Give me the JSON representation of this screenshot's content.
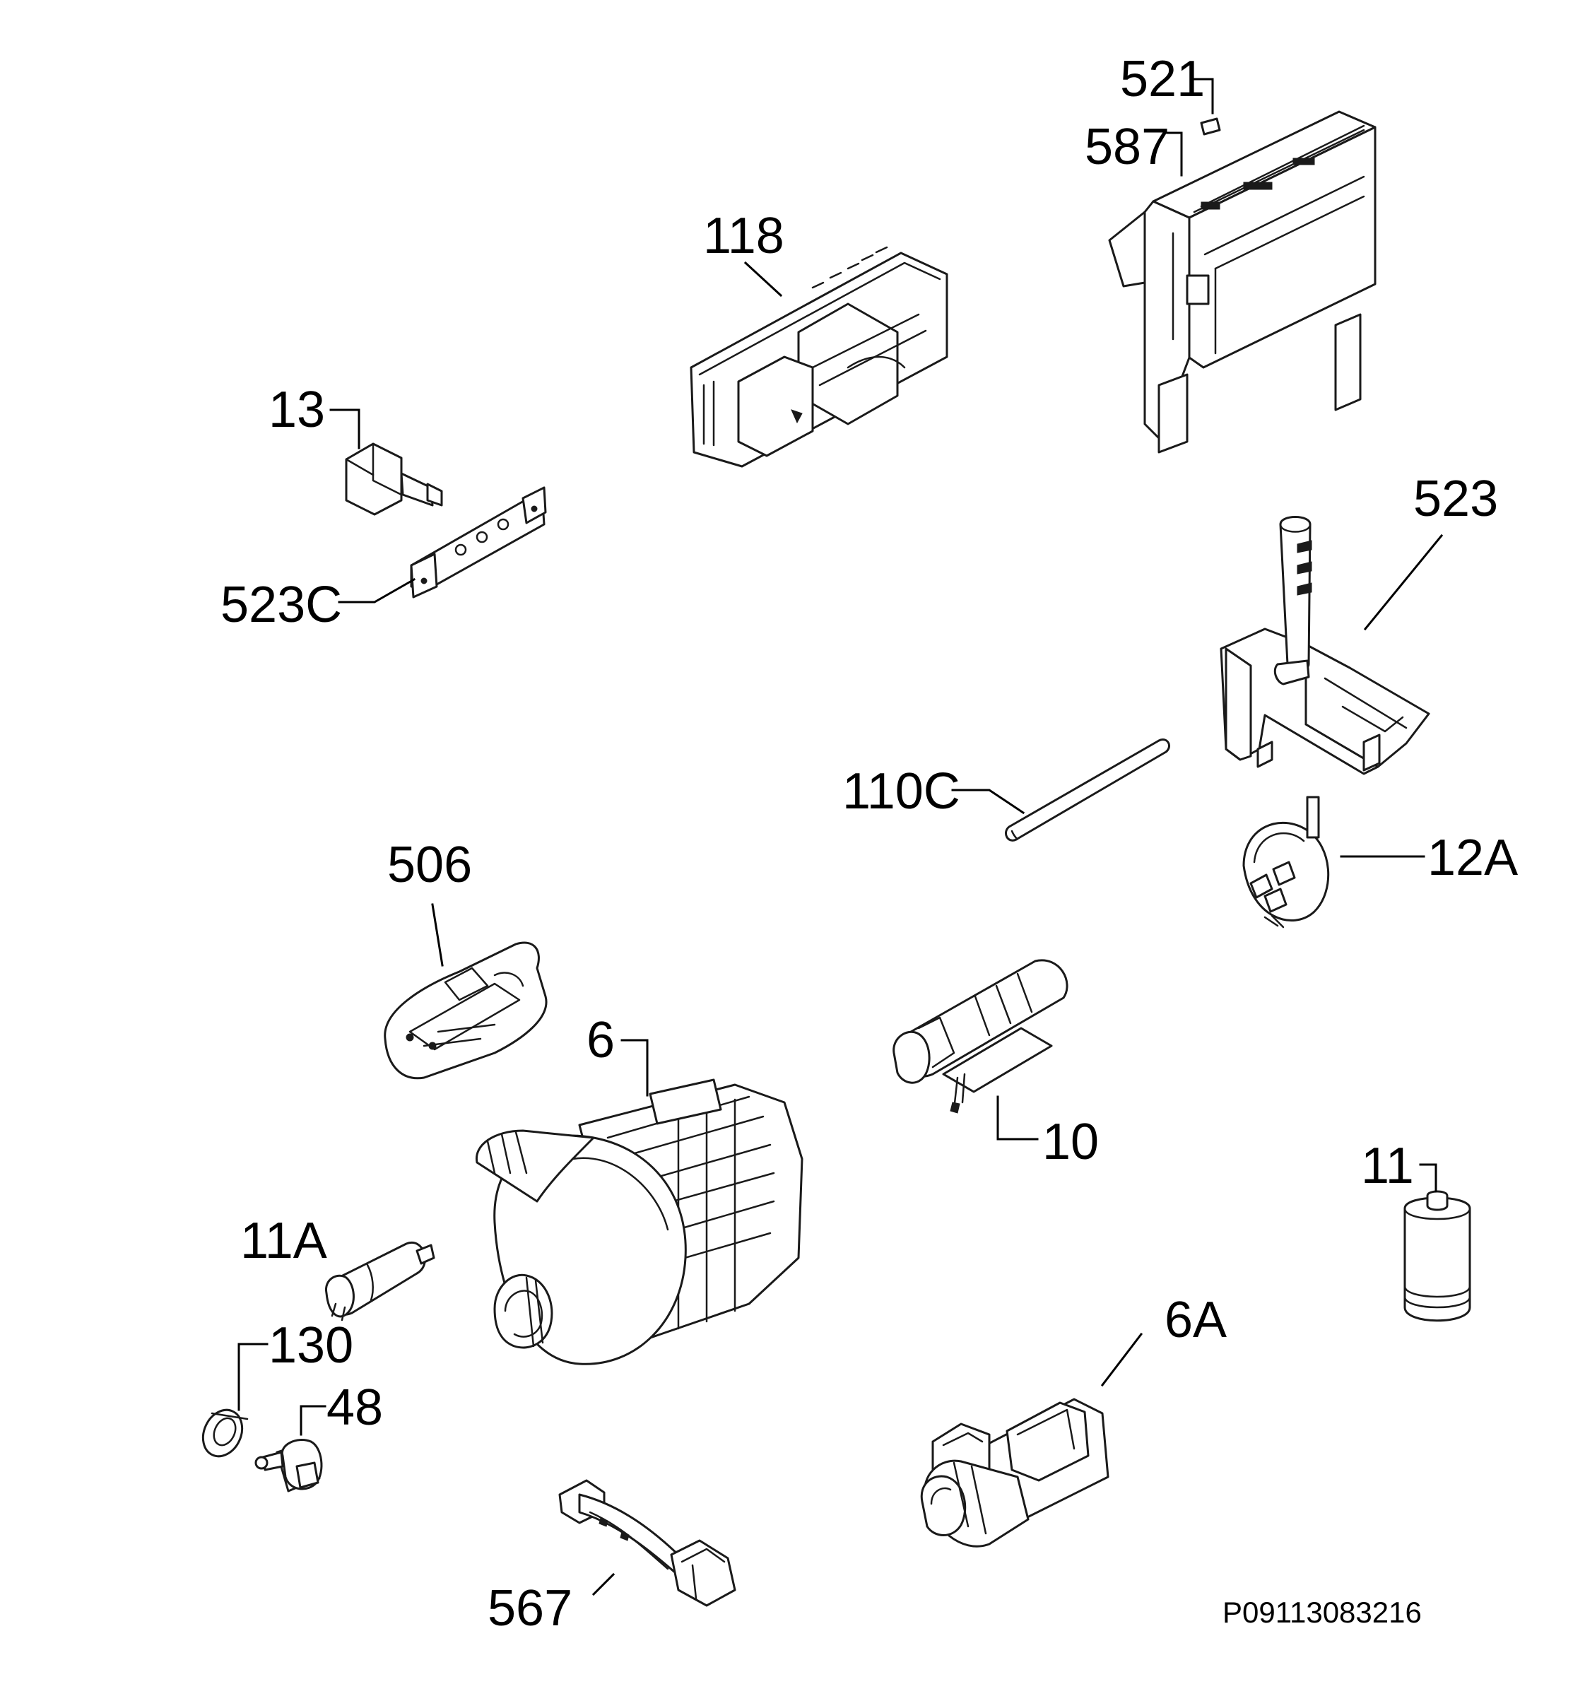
{
  "diagram": {
    "reference_code": "P09113083216",
    "parts": [
      {
        "id": "p521",
        "label": "521"
      },
      {
        "id": "p587",
        "label": "587"
      },
      {
        "id": "p118",
        "label": "118"
      },
      {
        "id": "p13",
        "label": "13"
      },
      {
        "id": "p523c",
        "label": "523C"
      },
      {
        "id": "p523",
        "label": "523"
      },
      {
        "id": "p110c",
        "label": "110C"
      },
      {
        "id": "p12a",
        "label": "12A"
      },
      {
        "id": "p506",
        "label": "506"
      },
      {
        "id": "p6",
        "label": "6"
      },
      {
        "id": "p10",
        "label": "10"
      },
      {
        "id": "p11",
        "label": "11"
      },
      {
        "id": "p11a",
        "label": "11A"
      },
      {
        "id": "p130",
        "label": "130"
      },
      {
        "id": "p48",
        "label": "48"
      },
      {
        "id": "p6a",
        "label": "6A"
      },
      {
        "id": "p567",
        "label": "567"
      }
    ]
  }
}
